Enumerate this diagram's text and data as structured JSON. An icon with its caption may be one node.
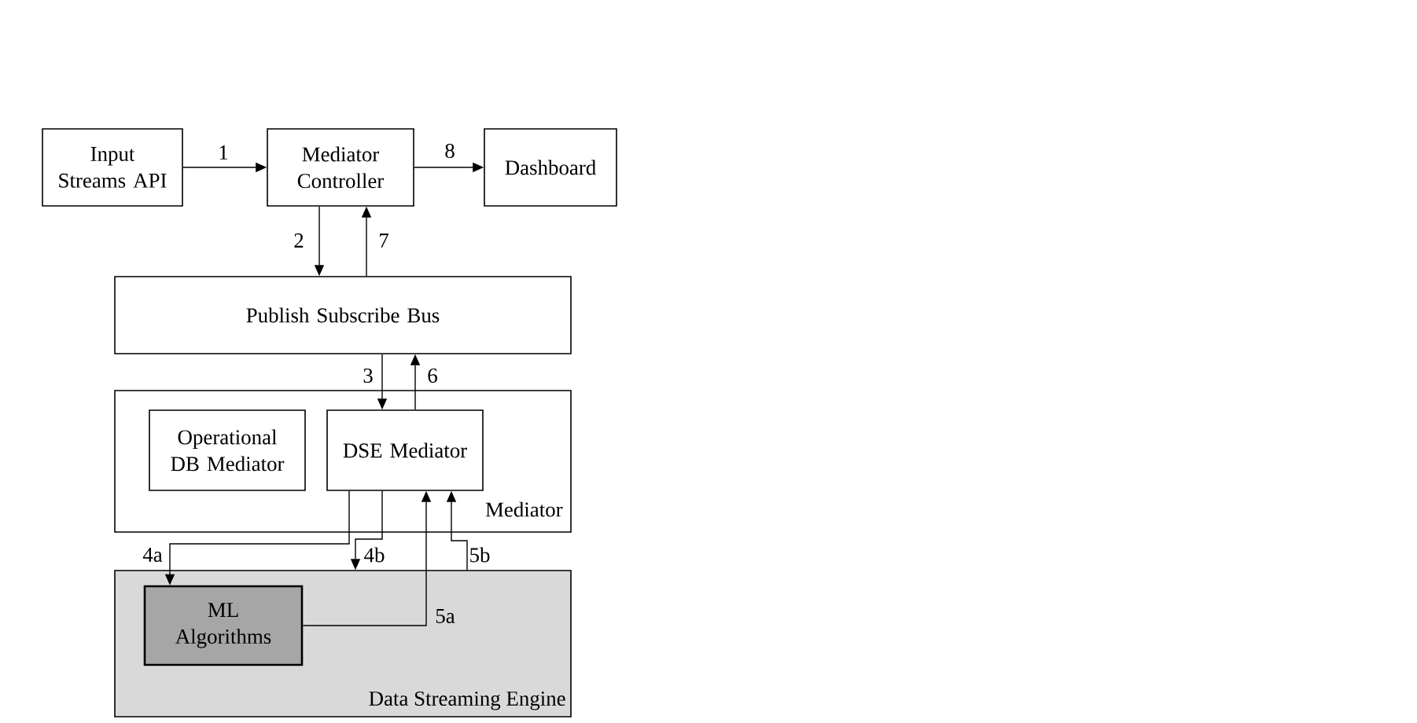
{
  "diagram": {
    "nodes": [
      {
        "text": [
          "Input Streams API"
        ]
      },
      {
        "text": [
          "Mediator Controller"
        ]
      },
      {
        "text": [
          "Dashboard"
        ]
      },
      {
        "text": [
          "Publish Subscribe Bus"
        ]
      },
      {
        "text": [
          "Mediator"
        ]
      },
      {
        "text": [
          "Operational DB Mediator"
        ],
        "in": 4
      },
      {
        "text": [
          "DSE Mediator"
        ],
        "in": 4
      },
      {
        "text": [
          "Data Streaming Engine"
        ]
      },
      {
        "text": [
          "ML Algorithms"
        ],
        "in": 7
      }
    ],
    "edges": [
      {
        "from": 0,
        "to": 1,
        "arrow": "to",
        "label": "1"
      },
      {
        "from": 1,
        "to": 3,
        "arrow": "to",
        "label": "2"
      },
      {
        "from": 3,
        "to": 6,
        "arrow": "to",
        "label": "3"
      },
      {
        "from": 6,
        "to": 8,
        "arrow": "to",
        "label": "4a"
      },
      {
        "from": 6,
        "to": 7,
        "arrow": "to",
        "label": "4b"
      },
      {
        "from": 8,
        "to": 6,
        "arrow": "to",
        "label": "5a"
      },
      {
        "from": 7,
        "to": 6,
        "arrow": "to",
        "label": "5b"
      },
      {
        "from": 6,
        "to": 3,
        "arrow": "to",
        "label": "6"
      },
      {
        "from": 3,
        "to": 1,
        "arrow": "to",
        "label": "7"
      },
      {
        "from": 1,
        "to": 2,
        "arrow": "to",
        "label": "8"
      }
    ]
  }
}
